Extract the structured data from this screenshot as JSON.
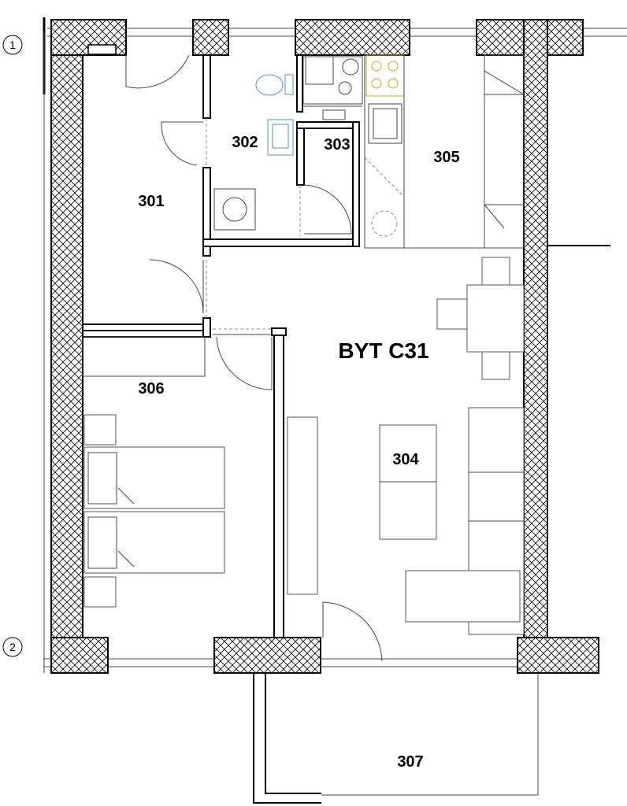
{
  "plan": {
    "title": "BYT C31",
    "axes": [
      {
        "label": "1"
      },
      {
        "label": "2"
      }
    ],
    "rooms": [
      {
        "number": "301"
      },
      {
        "number": "302"
      },
      {
        "number": "303"
      },
      {
        "number": "304"
      },
      {
        "number": "305"
      },
      {
        "number": "306"
      },
      {
        "number": "307"
      }
    ]
  }
}
